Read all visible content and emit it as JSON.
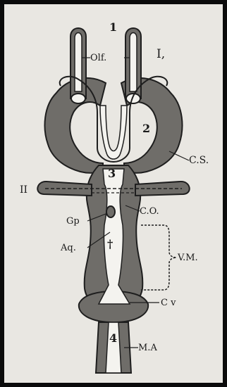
{
  "figure": {
    "colors": {
      "background": "#e9e7e2",
      "tissue": "#6f6d69",
      "outline": "#1e1e1e",
      "lumen": "#f4f3ef",
      "border": "#0b0b0b"
    },
    "numerals": {
      "n1": "1",
      "n2": "2",
      "n3": "3",
      "n4": "4",
      "dagger": "†"
    },
    "labels": {
      "roman_one": "I,",
      "olf": "Olf.",
      "cs": "C.S.",
      "roman_two": "II",
      "co": "C.O.",
      "gp": "Gp",
      "aq": "Aq.",
      "vm": "V.M.",
      "cv": "C v",
      "ma": "M.A"
    }
  }
}
